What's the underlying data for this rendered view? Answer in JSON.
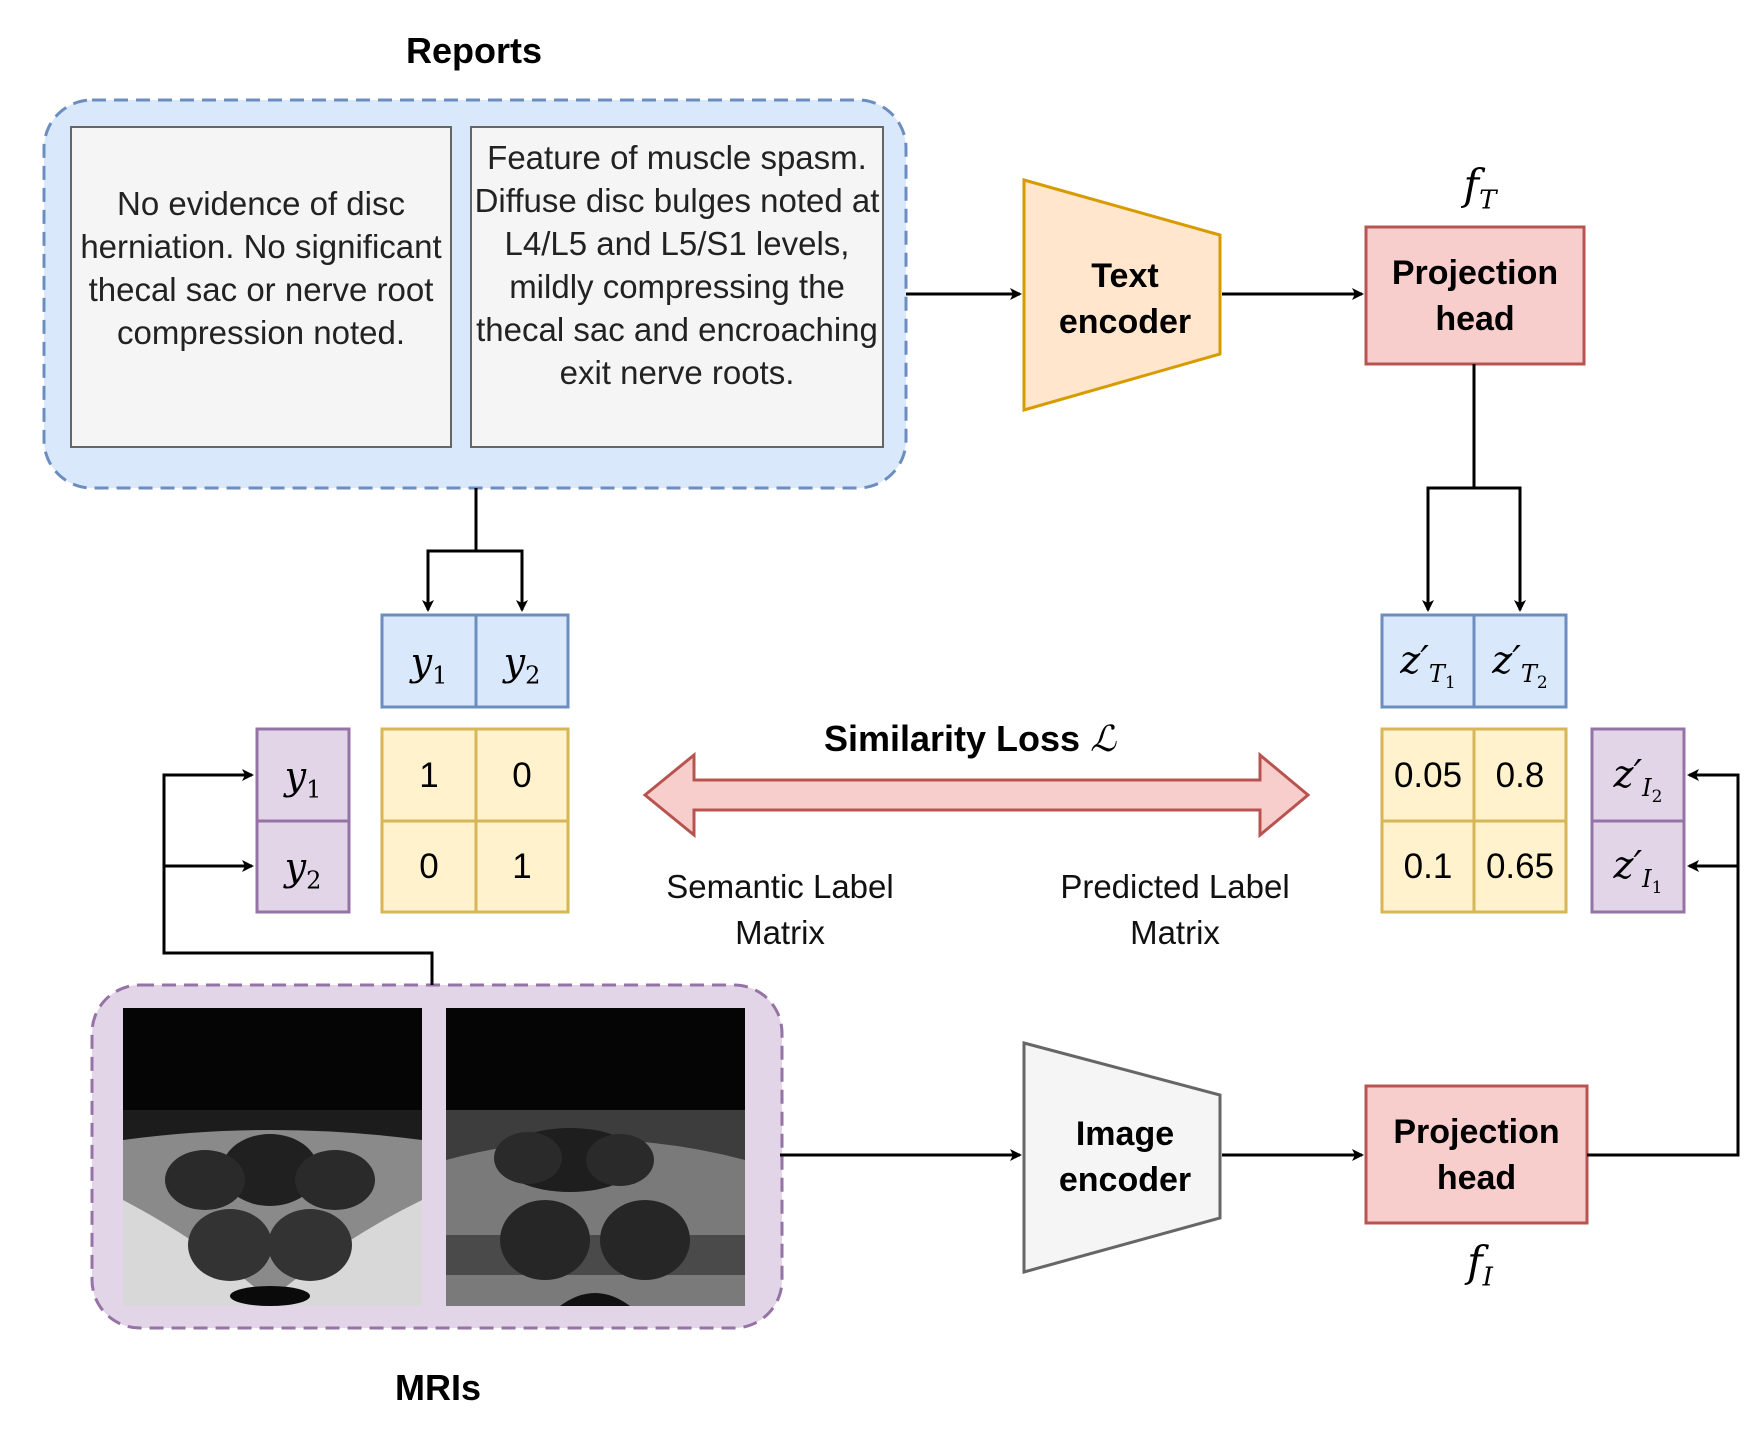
{
  "reports": {
    "title": "Reports",
    "report1": "No evidence of disc herniation. No significant thecal sac or nerve root compression noted.",
    "report2": "Feature of muscle spasm. Diffuse disc bulges noted at L4/L5 and L5/S1 levels, mildly compressing the thecal sac and encroaching exit nerve roots."
  },
  "mris": {
    "title": "MRIs"
  },
  "text_encoder": {
    "line1": "Text",
    "line2": "encoder"
  },
  "image_encoder": {
    "line1": "Image",
    "line2": "encoder"
  },
  "projection_head_text": {
    "line1": "Projection",
    "line2": "head",
    "symbol": "f",
    "subscript": "T"
  },
  "projection_head_image": {
    "line1": "Projection",
    "line2": "head",
    "symbol": "f",
    "subscript": "I"
  },
  "labels_top": [
    {
      "symbol": "y",
      "subscript": "1"
    },
    {
      "symbol": "y",
      "subscript": "2"
    }
  ],
  "labels_side": [
    {
      "symbol": "y",
      "subscript": "1"
    },
    {
      "symbol": "y",
      "subscript": "2"
    }
  ],
  "semantic_matrix": [
    [
      "1",
      "0"
    ],
    [
      "0",
      "1"
    ]
  ],
  "predicted_matrix": [
    [
      "0.05",
      "0.8"
    ],
    [
      "0.1",
      "0.65"
    ]
  ],
  "text_embeddings": [
    {
      "symbol": "z′",
      "sub": "T",
      "subsub": "1"
    },
    {
      "symbol": "z′",
      "sub": "T",
      "subsub": "2"
    }
  ],
  "image_embeddings": [
    {
      "symbol": "z′",
      "sub": "I",
      "subsub": "2"
    },
    {
      "symbol": "z′",
      "sub": "I",
      "subsub": "1"
    }
  ],
  "similarity_loss": {
    "label": "Similarity Loss",
    "symbol": "ℒ"
  },
  "semantic_caption": {
    "line1": "Semantic Label",
    "line2": "Matrix"
  },
  "predicted_caption": {
    "line1": "Predicted Label",
    "line2": "Matrix"
  },
  "colors": {
    "report_bg": "#dae8fc",
    "report_border": "#6c8ebf",
    "mri_bg": "#e1d5e7",
    "mri_border": "#9673a6",
    "text_encoder_fill": "#ffe6cc",
    "text_encoder_stroke": "#d79b00",
    "image_encoder_fill": "#f5f5f5",
    "image_encoder_stroke": "#666666",
    "projection_fill": "#f8cecc",
    "projection_stroke": "#b85450",
    "matrix_fill": "#fff2cc",
    "matrix_stroke": "#d6b656"
  }
}
